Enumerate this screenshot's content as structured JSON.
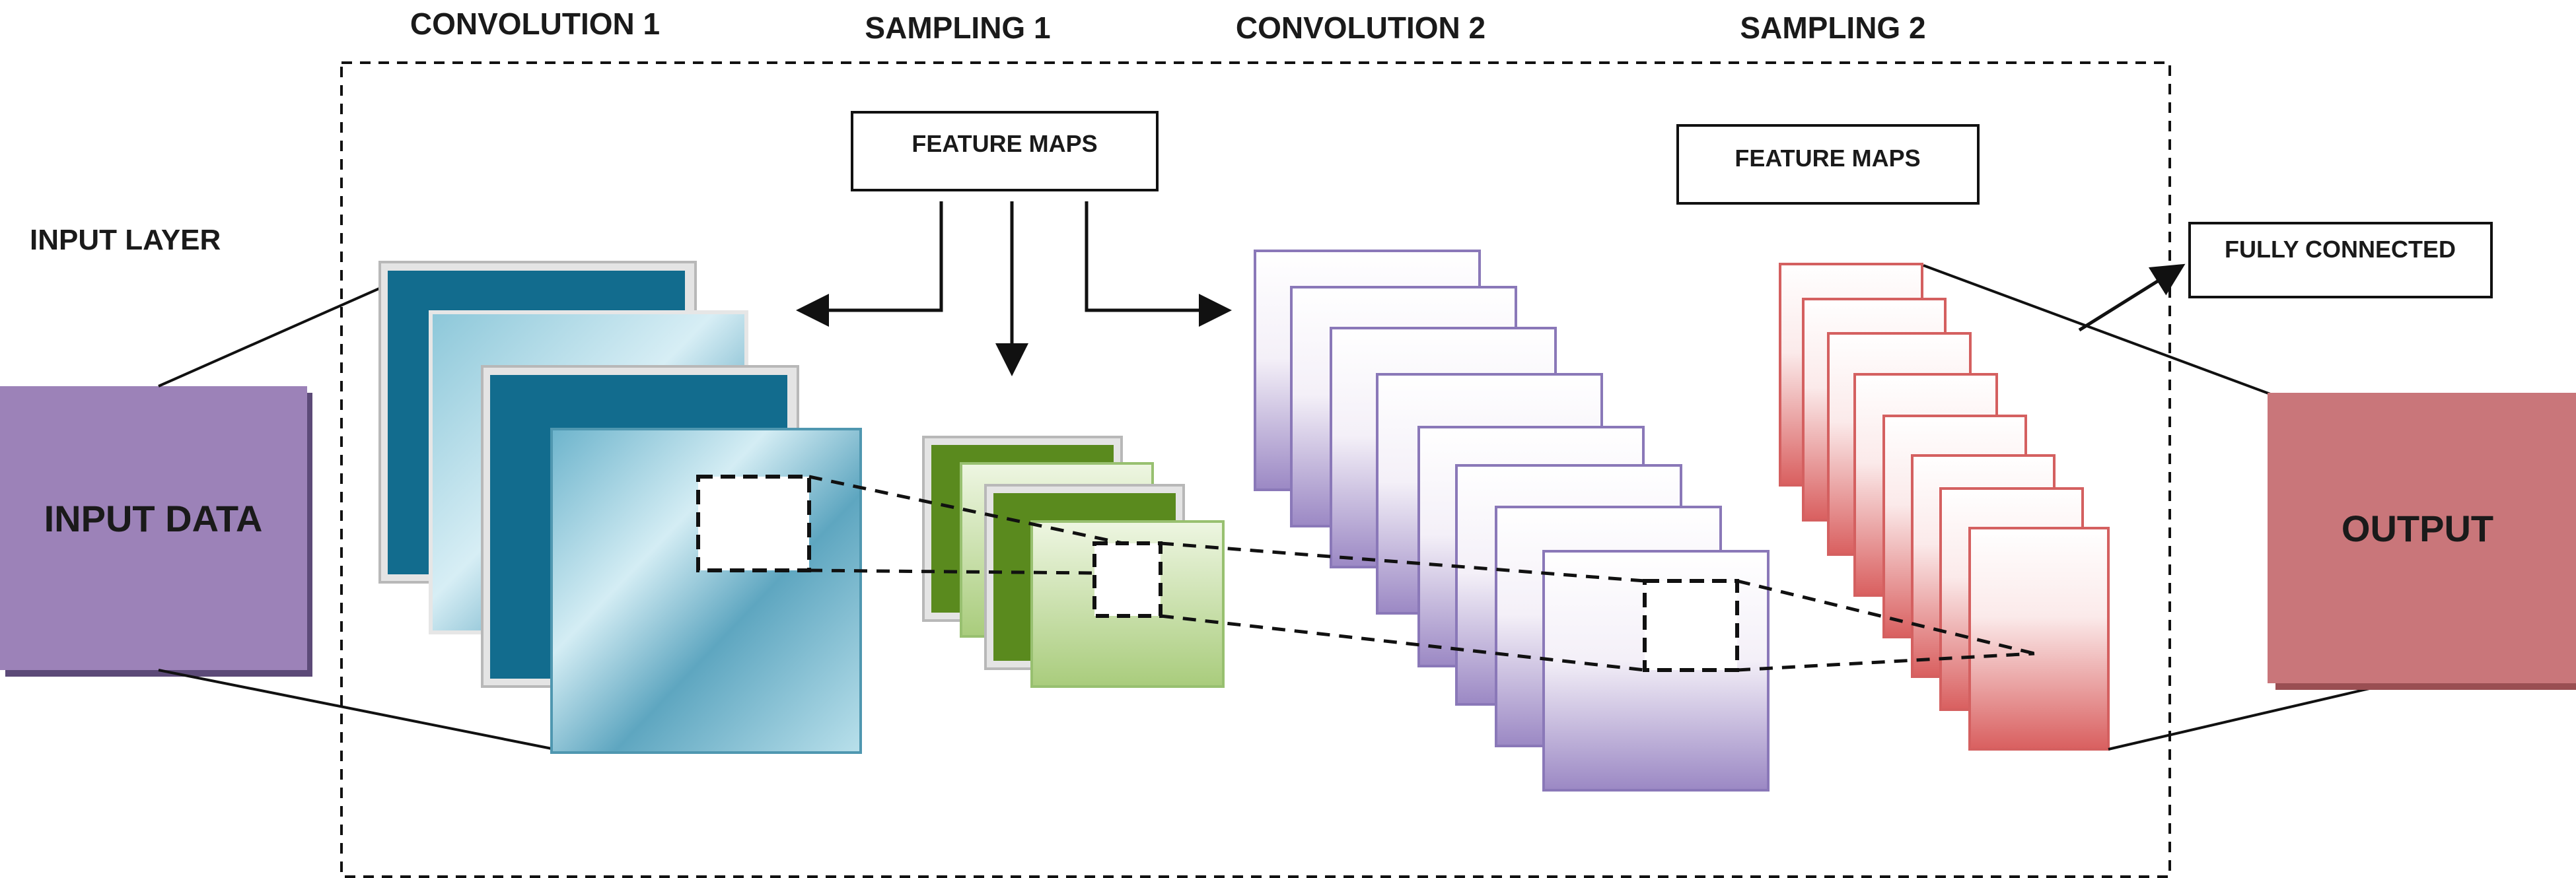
{
  "headers": {
    "convolution1": "CONVOLUTION 1",
    "sampling1": "SAMPLING 1",
    "convolution2": "CONVOLUTION 2",
    "sampling2": "SAMPLING 2"
  },
  "input_layer_label": "INPUT LAYER",
  "boxes": {
    "feature_maps_1": "FEATURE MAPS",
    "feature_maps_2": "FEATURE MAPS",
    "fully_connected": "FULLY CONNECTED",
    "input_data": "INPUT DATA",
    "output": "OUTPUT"
  },
  "colors": {
    "input": "#9c82b8",
    "conv1_dark": "#126c8e",
    "conv1_light": "#a9d6e3",
    "sampling1_dark": "#5a8a1e",
    "sampling1_light": "#c4dea2",
    "conv2": "#8a78b8",
    "sampling2": "#d46060",
    "output": "#c9767a"
  }
}
